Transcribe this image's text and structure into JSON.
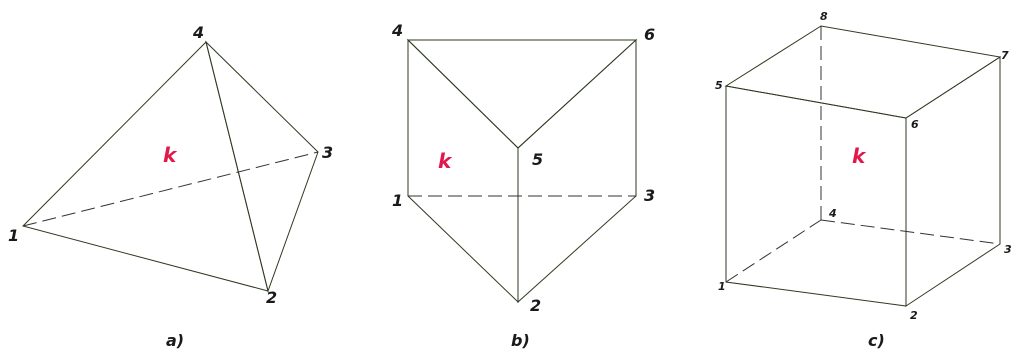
{
  "colors": {
    "light": "#c8e32a",
    "mid": "#2bb24a",
    "dark": "#178a3c",
    "face_label": "#e0194a"
  },
  "figures": [
    {
      "caption": "a)",
      "face_label": "k",
      "vertex_labels": [
        "1",
        "2",
        "3",
        "4"
      ]
    },
    {
      "caption": "b)",
      "face_label": "k",
      "vertex_labels": [
        "1",
        "2",
        "3",
        "4",
        "5",
        "6"
      ]
    },
    {
      "caption": "c)",
      "face_label": "k",
      "vertex_labels": [
        "1",
        "2",
        "3",
        "4",
        "5",
        "6",
        "7",
        "8"
      ]
    }
  ]
}
